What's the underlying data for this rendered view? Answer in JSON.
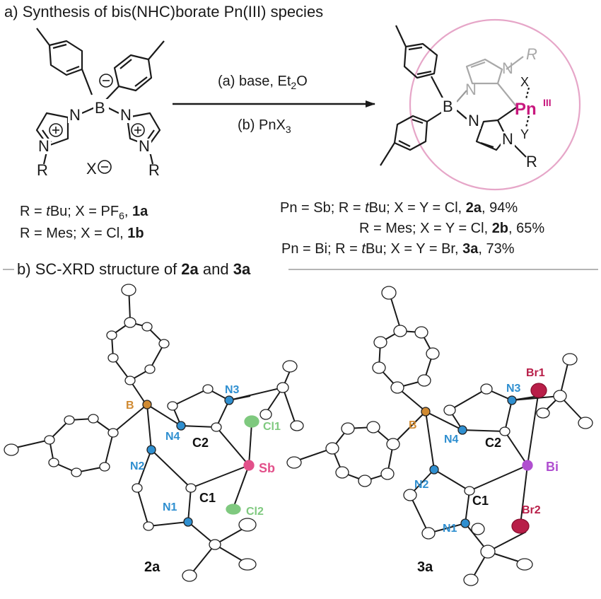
{
  "panel_a": {
    "letter": "a)",
    "title": "Synthesis of bis(NHC)borate Pn(III) species",
    "reagent_line1_prefix": "(a) base, Et",
    "reagent_line1_sub": "2",
    "reagent_line1_suffix": "O",
    "reagent_line2_prefix": "(b) PnX",
    "reagent_line2_sub": "3",
    "left_structure": {
      "boron": "B",
      "nitrogen": "N",
      "substituent": "R",
      "counterion": "X",
      "minus": "⊖",
      "plus": "⊕"
    },
    "right_structure": {
      "boron": "B",
      "nitrogen": "N",
      "substituent": "R",
      "x_ligand": "X",
      "y_ligand": "Y",
      "pnictogen": "Pn",
      "oxidation_state": "III"
    },
    "left_conditions": [
      {
        "p1": "R = ",
        "it": "t",
        "p2": "Bu; X = PF",
        "sub": "6",
        "p3": ", ",
        "b": "1a"
      },
      {
        "p1": "R = Mes; X = Cl, ",
        "it": "",
        "p2": "",
        "sub": "",
        "p3": "",
        "b": "1b"
      }
    ],
    "right_conditions": [
      {
        "p1": "Pn = Sb; R = ",
        "it": "t",
        "p2": "Bu; X = Y = Cl, ",
        "b": "2a",
        "p3": ", 94%"
      },
      {
        "p1": "R = Mes; X = Y = Cl, ",
        "it": "",
        "p2": "",
        "b": "2b",
        "p3": ", 65%"
      },
      {
        "p1": "Pn = Bi; R = ",
        "it": "t",
        "p2": "Bu; X = Y = Br, ",
        "b": "3a",
        "p3": ", 73%"
      }
    ]
  },
  "panel_b": {
    "letter": "b)",
    "title_prefix": "SC-XRD structure of ",
    "title_b1": "2a",
    "title_mid": " and ",
    "title_b2": "3a",
    "structure_2a": {
      "caption": "2a",
      "labels": {
        "B": "B",
        "N1": "N1",
        "N2": "N2",
        "N3": "N3",
        "N4": "N4",
        "C1": "C1",
        "C2": "C2",
        "Cl1": "Cl1",
        "Cl2": "Cl2",
        "Sb": "Sb"
      }
    },
    "structure_3a": {
      "caption": "3a",
      "labels": {
        "B": "B",
        "N1": "N1",
        "N2": "N2",
        "N3": "N3",
        "N4": "N4",
        "C1": "C1",
        "C2": "C2",
        "Br1": "Br1",
        "Br2": "Br2",
        "Bi": "Bi"
      }
    }
  },
  "colors": {
    "pnictogen_magenta": "#c8187e",
    "circle_pink": "#e6a6c8",
    "nitrogen_blue": "#2f8fd0",
    "boron_orange": "#d08a32",
    "chlorine_green": "#7fc97f",
    "antimony_pink": "#e2508a",
    "bismuth_purple": "#b04fd0",
    "bromine_red": "#b81e48",
    "grey_line": "#b5b5b5"
  }
}
